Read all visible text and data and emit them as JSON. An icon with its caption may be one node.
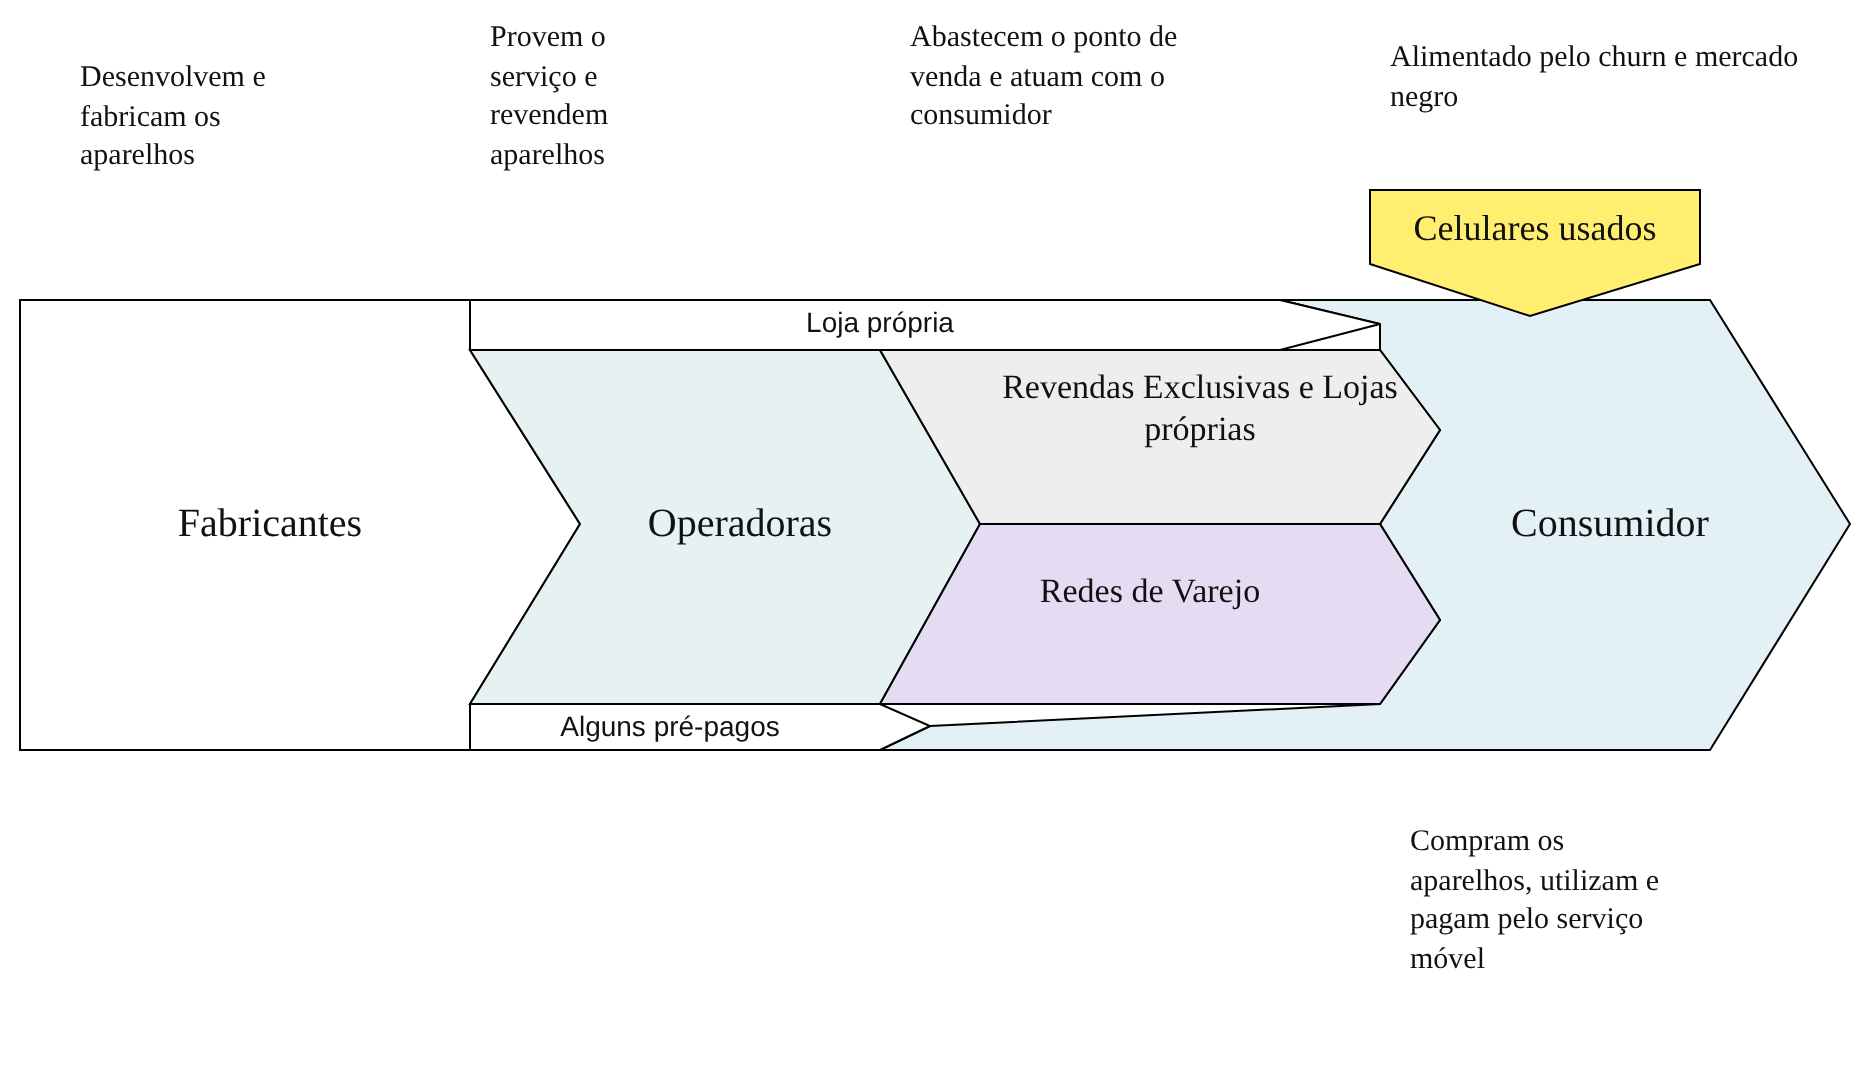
{
  "diagram": {
    "nodes": [
      {
        "text": [
          "Fabricantes"
        ]
      },
      {
        "text": [
          "Loja própria"
        ]
      },
      {
        "text": [
          "Operadoras"
        ]
      },
      {
        "text": [
          "Revendas Exclusivas e Lojas próprias"
        ]
      },
      {
        "text": [
          "Redes de Varejo"
        ]
      },
      {
        "text": [
          "Alguns pré-pagos"
        ]
      },
      {
        "text": [
          "Celulares usados"
        ]
      },
      {
        "text": [
          "Consumidor"
        ]
      }
    ],
    "labels": [
      "Desenvolvem e fabricam os aparelhos",
      "Provem o serviço e revendem aparelhos",
      "Abastecem o ponto de venda e atuam com o consumidor",
      "Alimentado pelo churn e mercado negro",
      "Compram os aparelhos, utilizam e pagam pelo serviço móvel"
    ]
  }
}
